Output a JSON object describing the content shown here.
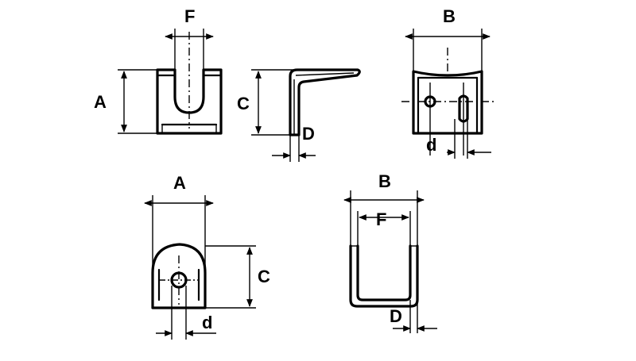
{
  "labels": {
    "v1_width": "F",
    "v1_height": "A",
    "v2_height": "C",
    "v2_thickness": "D",
    "v3_width": "B",
    "v3_hole": "d",
    "v4_width": "A",
    "v4_height": "C",
    "v4_hole": "d",
    "v5_outer": "B",
    "v5_inner": "F",
    "v5_thickness": "D"
  },
  "colors": {
    "ink": "#000000",
    "background": "#ffffff"
  }
}
